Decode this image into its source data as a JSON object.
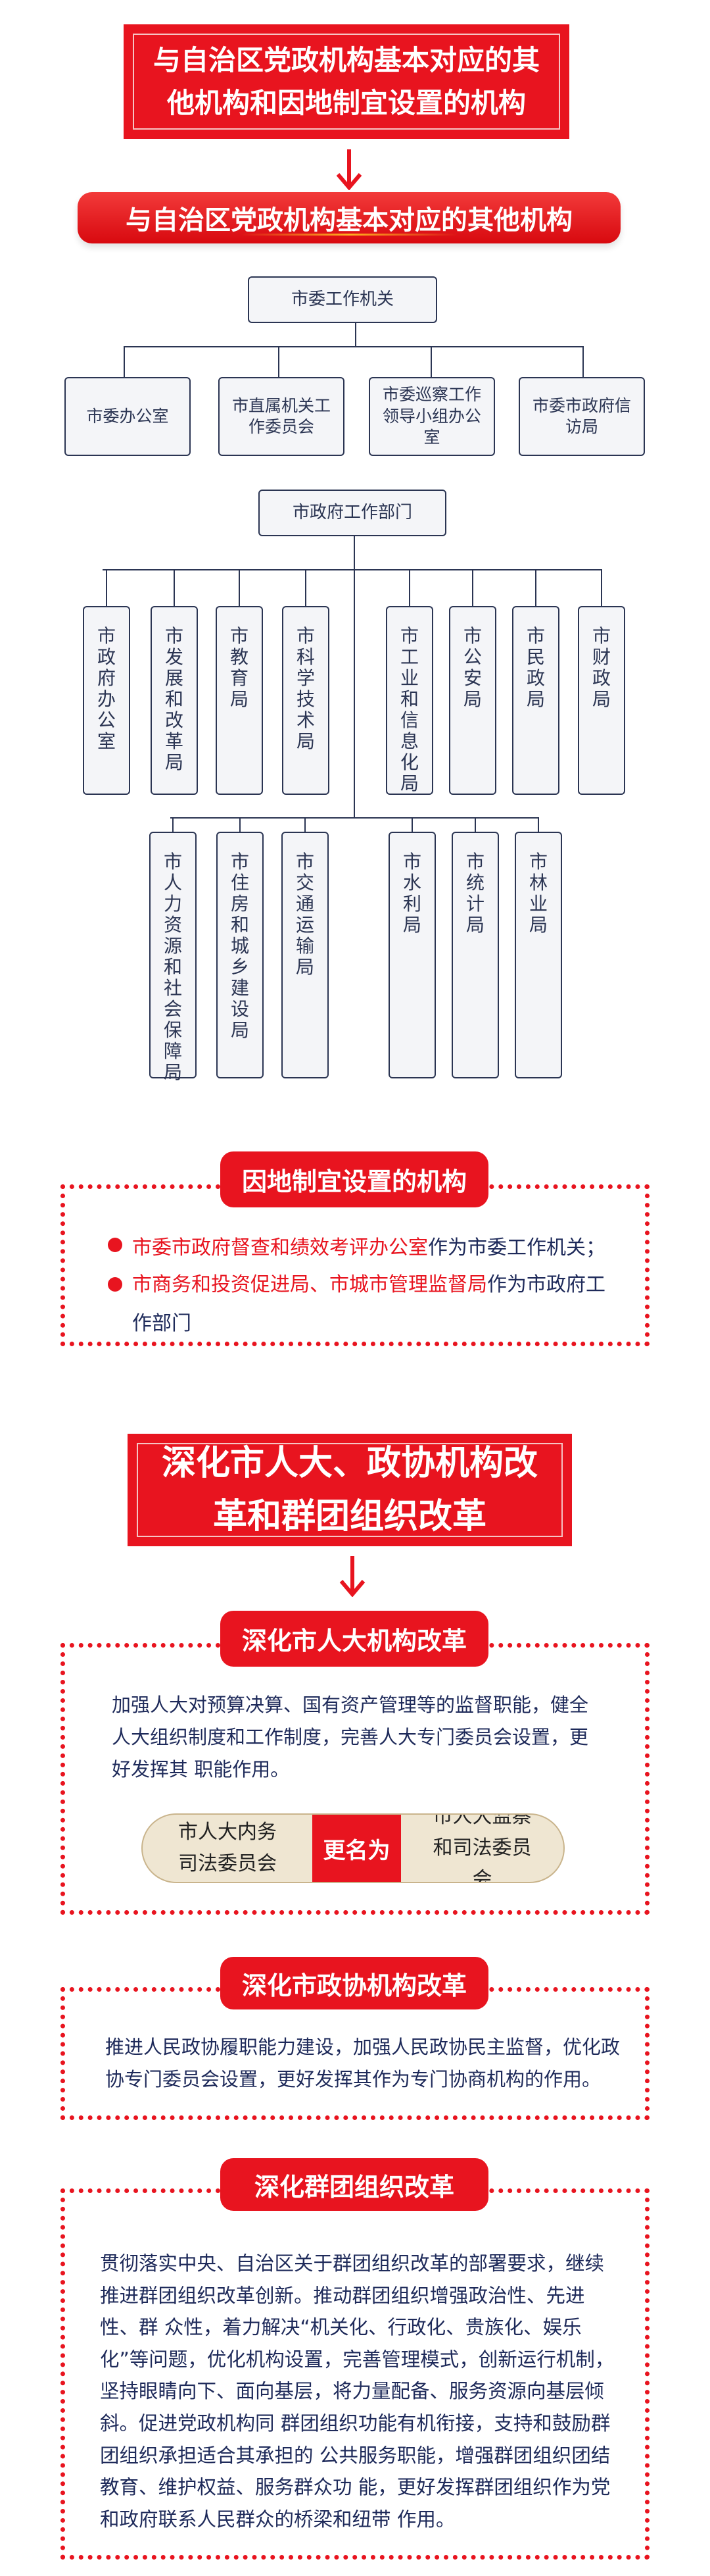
{
  "section1": {
    "title": "与自治区党政机构基本对应的其他机构和因地制宜设置的机构",
    "title_lines": [
      "与自治区党政机构基本对应的其",
      "他机构和因地制宜设置的机构"
    ],
    "subtitle": "与自治区党政机构基本对应的其他机构",
    "party_org": {
      "root": "市委工作机关",
      "children": [
        "市委办公室",
        "市直属机关工作委员会",
        "市委巡察工作领导小组办公室",
        "市委市政府信访局"
      ]
    },
    "gov_org": {
      "root": "市政府工作部门",
      "row1": [
        "市政府办公室",
        "市发展和改革局",
        "市教育局",
        "市科学技术局",
        "市工业和信息化局",
        "市公安局",
        "市民政局",
        "市财政局"
      ],
      "row2": [
        "市人力资源和社会保障局",
        "市住房和城乡建设局",
        "市交通运输局",
        "市水利局",
        "市统计局",
        "市林 业局"
      ]
    },
    "local": {
      "badge": "因地制宜设置的机构",
      "items": [
        {
          "highlight": "市委市政府督查和绩效考评办公室",
          "rest": "作为市委工作机关；"
        },
        {
          "highlight": "市商务和投资促进局、市城市管理监督局",
          "rest": "作为市政府工作部门"
        }
      ]
    }
  },
  "section2": {
    "title_lines": [
      "深化市人大、政协机构改",
      "革和群团组织改革"
    ],
    "npc": {
      "badge": "深化市人大机构改革",
      "text": "加强人大对预算决算、国有资产管理等的监督职能，健全人大组织制度和工作制度，完善人大专门委员会设置，更好发挥其 职能作用。",
      "rename_from": "市人大内务司法委员会",
      "rename_label": "更名为",
      "rename_to": "市人大监察和司法委员会"
    },
    "cppcc": {
      "badge": "深化市政协机构改革",
      "text": "推进人民政协履职能力建设，加强人民政协民主监督，优化政协专门委员会设置，更好发挥其作为专门协商机构的作用。"
    },
    "mass": {
      "badge": "深化群团组织改革",
      "text": "贯彻落实中央、自治区关于群团组织改革的部署要求，继续推进群团组织改革创新。推动群团组织增强政治性、先进性、群 众性，着力解决“机关化、行政化、贵族化、娱乐化”等问题，优化机构设置，完善管理模式，创新运行机制，坚持眼睛向下、面向基层，将力量配备、服务资源向基层倾斜。促进党政机构同 群团组织功能有机衔接，支持和鼓励群团组织承担适合其承担的 公共服务职能，增强群团组织团结教育、维护权益、服务群众功 能，更好发挥群团组织作为党和政府联系人民群众的桥梁和纽带 作用。"
    }
  },
  "colors": {
    "red": "#e8141f",
    "navy": "#2b3553",
    "beige": "#efe6d2"
  }
}
